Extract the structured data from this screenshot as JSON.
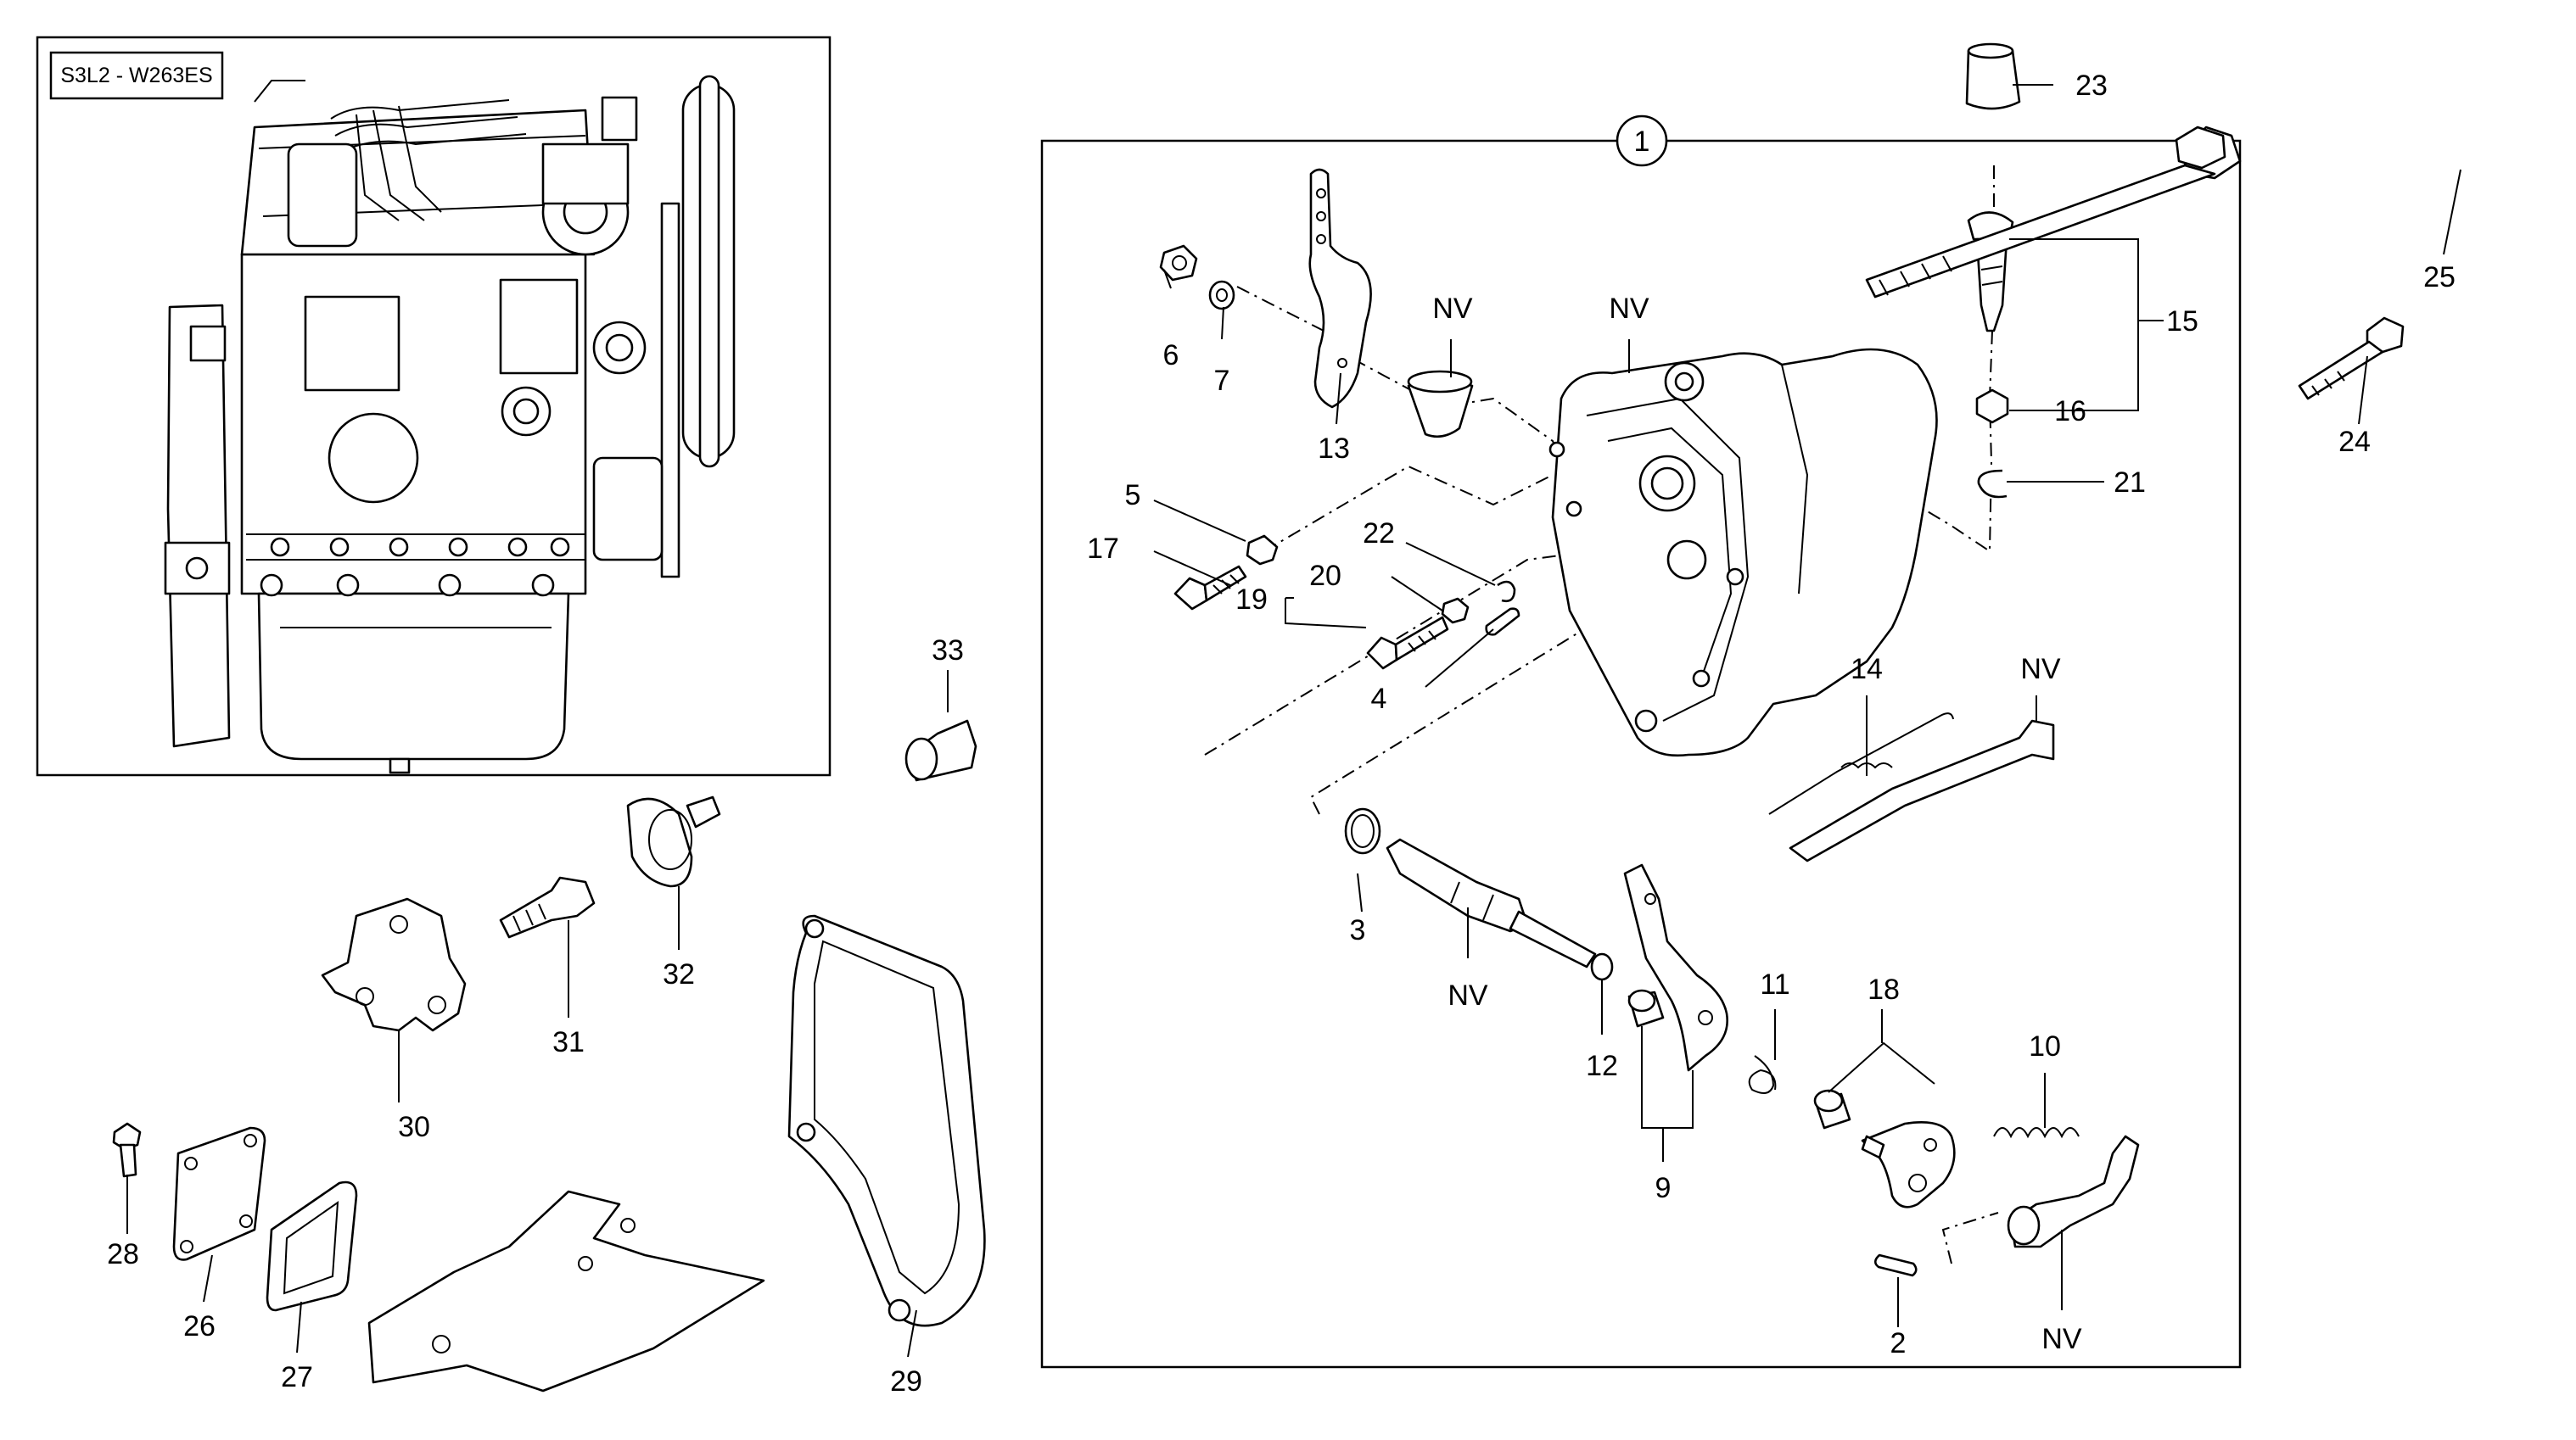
{
  "engine_tag": "S3L2 - W263ES",
  "assembly_label": "1",
  "not_available_label": "NV",
  "callouts": {
    "c2": "2",
    "c3": "3",
    "c4": "4",
    "c5": "5",
    "c6": "6",
    "c7": "7",
    "c9": "9",
    "c10": "10",
    "c11": "11",
    "c12": "12",
    "c13": "13",
    "c14": "14",
    "c15": "15",
    "c16": "16",
    "c17": "17",
    "c18": "18",
    "c19": "19",
    "c20": "20",
    "c21": "21",
    "c22": "22",
    "c23": "23",
    "c24": "24",
    "c25": "25",
    "c26": "26",
    "c27": "27",
    "c28": "28",
    "c29": "29",
    "c30": "30",
    "c31": "31",
    "c32": "32",
    "c33": "33"
  }
}
